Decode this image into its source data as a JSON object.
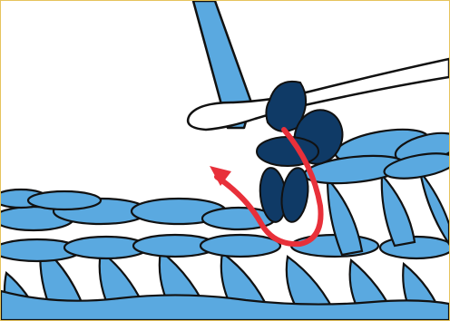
{
  "diagram": {
    "kind": "crochet-stitch-illustration",
    "elements": [
      "crochet-hook",
      "yarn-loops-on-hook",
      "stitch-row-bottom",
      "stitch-row-top-right",
      "working-yarn-tail",
      "direction-arrow"
    ],
    "colors": {
      "light_yarn": "#5aa9e0",
      "dark_yarn": "#0f3a66",
      "outline": "#111111",
      "hook_fill": "#ffffff",
      "arrow": "#e8303a",
      "frame_border": "#e6c35c",
      "background": "#ffffff"
    },
    "arrow_direction": "up-left"
  }
}
